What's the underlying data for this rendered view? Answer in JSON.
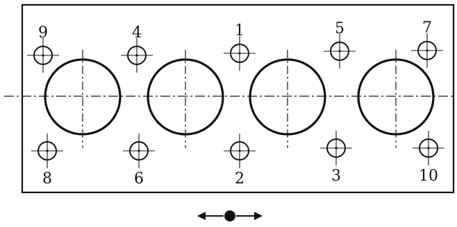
{
  "diagram": {
    "title": "",
    "ink_color": "#111111",
    "background_color": "#ffffff",
    "cylinders": [
      {
        "id": "cyl-1"
      },
      {
        "id": "cyl-2"
      },
      {
        "id": "cyl-3"
      },
      {
        "id": "cyl-4"
      }
    ],
    "bolts": [
      {
        "label": "9",
        "row": "top"
      },
      {
        "label": "4",
        "row": "top"
      },
      {
        "label": "1",
        "row": "top"
      },
      {
        "label": "5",
        "row": "top"
      },
      {
        "label": "7",
        "row": "top"
      },
      {
        "label": "8",
        "row": "bottom"
      },
      {
        "label": "6",
        "row": "bottom"
      },
      {
        "label": "2",
        "row": "bottom"
      },
      {
        "label": "3",
        "row": "bottom"
      },
      {
        "label": "10",
        "row": "bottom"
      }
    ],
    "direction_indicator": {
      "icon": "double-arrow-with-dot"
    }
  }
}
